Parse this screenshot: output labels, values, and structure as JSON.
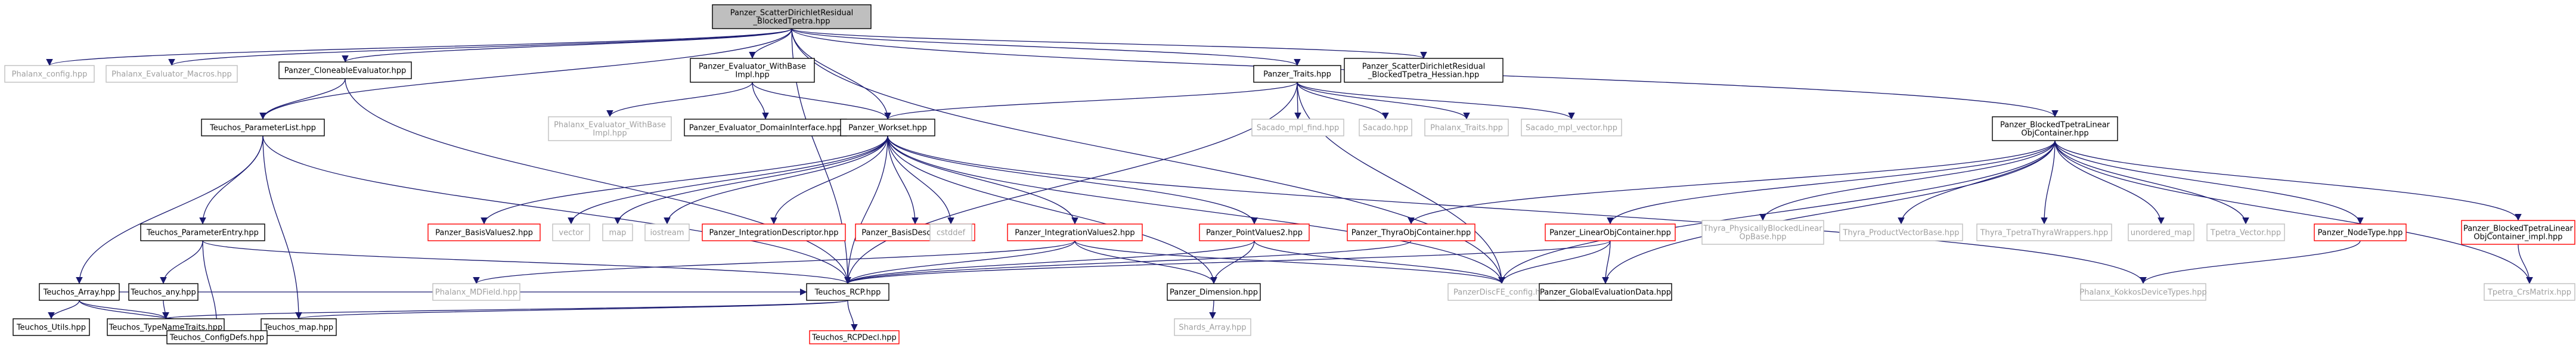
{
  "colors": {
    "edge": "#191970",
    "root_fill": "#bfbfbf",
    "node_fill": "#ffffff",
    "border_documented": "#000000",
    "border_undocumented": "#bfbfbf",
    "border_external": "#ff0000",
    "text": "#000000",
    "text_undocumented": "#a0a0a0"
  },
  "nodes": [
    {
      "id": "root",
      "lines": [
        "Panzer_ScatterDirichletResidual",
        "_BlockedTpetra.hpp"
      ],
      "kind": "root",
      "clickable": false
    },
    {
      "id": "phalanx_config",
      "lines": [
        "Phalanx_config.hpp"
      ],
      "kind": "undocumented",
      "clickable": false
    },
    {
      "id": "phalanx_eval_macros",
      "lines": [
        "Phalanx_Evaluator_Macros.hpp"
      ],
      "kind": "undocumented",
      "clickable": false
    },
    {
      "id": "cloneable",
      "lines": [
        "Panzer_CloneableEvaluator.hpp"
      ],
      "kind": "documented",
      "clickable": true
    },
    {
      "id": "eval_withbase",
      "lines": [
        "Panzer_Evaluator_WithBase",
        "Impl.hpp"
      ],
      "kind": "documented",
      "clickable": true
    },
    {
      "id": "traits",
      "lines": [
        "Panzer_Traits.hpp"
      ],
      "kind": "documented",
      "clickable": true
    },
    {
      "id": "hessian",
      "lines": [
        "Panzer_ScatterDirichletResidual",
        "_BlockedTpetra_Hessian.hpp"
      ],
      "kind": "documented",
      "clickable": true
    },
    {
      "id": "paramlist",
      "lines": [
        "Teuchos_ParameterList.hpp"
      ],
      "kind": "documented",
      "clickable": true
    },
    {
      "id": "phx_withbase",
      "lines": [
        "Phalanx_Evaluator_WithBase",
        "Impl.hpp"
      ],
      "kind": "undocumented",
      "clickable": false
    },
    {
      "id": "domain_iface",
      "lines": [
        "Panzer_Evaluator_DomainInterface.hpp"
      ],
      "kind": "documented",
      "clickable": true
    },
    {
      "id": "workset",
      "lines": [
        "Panzer_Workset.hpp"
      ],
      "kind": "documented",
      "clickable": true
    },
    {
      "id": "sacado_fad",
      "lines": [
        "Sacado_mpl_find.hpp"
      ],
      "kind": "undocumented",
      "clickable": false
    },
    {
      "id": "sacado",
      "lines": [
        "Sacado.hpp"
      ],
      "kind": "undocumented",
      "clickable": false
    },
    {
      "id": "phx_traits",
      "lines": [
        "Phalanx_Traits.hpp"
      ],
      "kind": "undocumented",
      "clickable": false
    },
    {
      "id": "sacado_vec",
      "lines": [
        "Sacado_mpl_vector.hpp"
      ],
      "kind": "undocumented",
      "clickable": false
    },
    {
      "id": "blocked_container",
      "lines": [
        "Panzer_BlockedTpetraLinear",
        "ObjContainer.hpp"
      ],
      "kind": "documented",
      "clickable": true
    },
    {
      "id": "param_entry",
      "lines": [
        "Teuchos_ParameterEntry.hpp"
      ],
      "kind": "documented",
      "clickable": true
    },
    {
      "id": "basis_values2",
      "lines": [
        "Panzer_BasisValues2.hpp"
      ],
      "kind": "external",
      "clickable": true
    },
    {
      "id": "vector",
      "lines": [
        "vector"
      ],
      "kind": "undocumented",
      "clickable": false
    },
    {
      "id": "map",
      "lines": [
        "map"
      ],
      "kind": "undocumented",
      "clickable": false
    },
    {
      "id": "iostream",
      "lines": [
        "iostream"
      ],
      "kind": "undocumented",
      "clickable": false
    },
    {
      "id": "integ_desc",
      "lines": [
        "Panzer_IntegrationDescriptor.hpp"
      ],
      "kind": "external",
      "clickable": true
    },
    {
      "id": "basis_desc",
      "lines": [
        "Panzer_BasisDescriptor.hpp"
      ],
      "kind": "external",
      "clickable": true
    },
    {
      "id": "cstddef",
      "lines": [
        "cstddef"
      ],
      "kind": "undocumented",
      "clickable": false
    },
    {
      "id": "integ_values2",
      "lines": [
        "Panzer_IntegrationValues2.hpp"
      ],
      "kind": "external",
      "clickable": true
    },
    {
      "id": "point_values2",
      "lines": [
        "Panzer_PointValues2.hpp"
      ],
      "kind": "external",
      "clickable": true
    },
    {
      "id": "thyra_obj",
      "lines": [
        "Panzer_ThyraObjContainer.hpp"
      ],
      "kind": "external",
      "clickable": true
    },
    {
      "id": "linear_obj",
      "lines": [
        "Panzer_LinearObjContainer.hpp"
      ],
      "kind": "external",
      "clickable": true
    },
    {
      "id": "thyra_phys",
      "lines": [
        "Thyra_PhysicallyBlockedLinear",
        "OpBase.hpp"
      ],
      "kind": "undocumented",
      "clickable": false
    },
    {
      "id": "thyra_prod",
      "lines": [
        "Thyra_ProductVectorBase.hpp"
      ],
      "kind": "undocumented",
      "clickable": false
    },
    {
      "id": "thyra_tpetra",
      "lines": [
        "Thyra_TpetraThyraWrappers.hpp"
      ],
      "kind": "undocumented",
      "clickable": false
    },
    {
      "id": "unordered_map",
      "lines": [
        "unordered_map"
      ],
      "kind": "undocumented",
      "clickable": false
    },
    {
      "id": "tpetra_vector",
      "lines": [
        "Tpetra_Vector.hpp"
      ],
      "kind": "undocumented",
      "clickable": false
    },
    {
      "id": "node_type",
      "lines": [
        "Panzer_NodeType.hpp"
      ],
      "kind": "external",
      "clickable": true
    },
    {
      "id": "blocked_impl",
      "lines": [
        "Panzer_BlockedTpetraLinear",
        "ObjContainer_impl.hpp"
      ],
      "kind": "external",
      "clickable": true
    },
    {
      "id": "teuchos_array",
      "lines": [
        "Teuchos_Array.hpp"
      ],
      "kind": "documented",
      "clickable": true
    },
    {
      "id": "teuchos_any",
      "lines": [
        "Teuchos_any.hpp"
      ],
      "kind": "documented",
      "clickable": true
    },
    {
      "id": "phx_mdfield",
      "lines": [
        "Phalanx_MDField.hpp"
      ],
      "kind": "undocumented",
      "clickable": false
    },
    {
      "id": "rcp",
      "lines": [
        "Teuchos_RCP.hpp"
      ],
      "kind": "documented",
      "clickable": true
    },
    {
      "id": "dimension",
      "lines": [
        "Panzer_Dimension.hpp"
      ],
      "kind": "documented",
      "clickable": true
    },
    {
      "id": "disc_config",
      "lines": [
        "PanzerDiscFE_config.hpp"
      ],
      "kind": "undocumented",
      "clickable": false
    },
    {
      "id": "global_eval",
      "lines": [
        "Panzer_GlobalEvaluationData.hpp"
      ],
      "kind": "documented",
      "clickable": true
    },
    {
      "id": "kokkos_dev",
      "lines": [
        "Phalanx_KokkosDeviceTypes.hpp"
      ],
      "kind": "undocumented",
      "clickable": false
    },
    {
      "id": "crs_matrix",
      "lines": [
        "Tpetra_CrsMatrix.hpp"
      ],
      "kind": "undocumented",
      "clickable": false
    },
    {
      "id": "teuchos_utils",
      "lines": [
        "Teuchos_Utils.hpp"
      ],
      "kind": "documented",
      "clickable": true
    },
    {
      "id": "typename",
      "lines": [
        "Teuchos_TypeNameTraits.hpp"
      ],
      "kind": "documented",
      "clickable": true
    },
    {
      "id": "teuchos_map",
      "lines": [
        "Teuchos_map.hpp"
      ],
      "kind": "documented",
      "clickable": true
    },
    {
      "id": "rcp_decl",
      "lines": [
        "Teuchos_RCPDecl.hpp"
      ],
      "kind": "external",
      "clickable": true
    },
    {
      "id": "shards",
      "lines": [
        "Shards_Array.hpp"
      ],
      "kind": "undocumented",
      "clickable": false
    },
    {
      "id": "config_defs",
      "lines": [
        "Teuchos_ConfigDefs.hpp"
      ],
      "kind": "documented",
      "clickable": true
    }
  ],
  "edges": [
    [
      "root",
      "phalanx_config"
    ],
    [
      "root",
      "phalanx_eval_macros"
    ],
    [
      "root",
      "cloneable"
    ],
    [
      "root",
      "eval_withbase"
    ],
    [
      "root",
      "traits"
    ],
    [
      "root",
      "hessian"
    ],
    [
      "root",
      "paramlist"
    ],
    [
      "root",
      "rcp"
    ],
    [
      "root",
      "disc_config"
    ],
    [
      "root",
      "blocked_container"
    ],
    [
      "root",
      "workset"
    ],
    [
      "cloneable",
      "paramlist"
    ],
    [
      "cloneable",
      "rcp"
    ],
    [
      "eval_withbase",
      "phx_withbase"
    ],
    [
      "eval_withbase",
      "domain_iface"
    ],
    [
      "eval_withbase",
      "workset"
    ],
    [
      "traits",
      "sacado_fad"
    ],
    [
      "traits",
      "sacado"
    ],
    [
      "traits",
      "phx_traits"
    ],
    [
      "traits",
      "sacado_vec"
    ],
    [
      "traits",
      "workset"
    ],
    [
      "traits",
      "rcp"
    ],
    [
      "traits",
      "disc_config"
    ],
    [
      "paramlist",
      "param_entry"
    ],
    [
      "paramlist",
      "teuchos_array"
    ],
    [
      "paramlist",
      "teuchos_map"
    ],
    [
      "paramlist",
      "rcp"
    ],
    [
      "param_entry",
      "teuchos_any"
    ],
    [
      "param_entry",
      "rcp"
    ],
    [
      "param_entry",
      "config_defs"
    ],
    [
      "workset",
      "basis_values2"
    ],
    [
      "workset",
      "vector"
    ],
    [
      "workset",
      "map"
    ],
    [
      "workset",
      "iostream"
    ],
    [
      "workset",
      "integ_desc"
    ],
    [
      "workset",
      "basis_desc"
    ],
    [
      "workset",
      "cstddef"
    ],
    [
      "workset",
      "integ_values2"
    ],
    [
      "workset",
      "point_values2"
    ],
    [
      "workset",
      "dimension"
    ],
    [
      "workset",
      "rcp"
    ],
    [
      "workset",
      "kokkos_dev"
    ],
    [
      "workset",
      "disc_config"
    ],
    [
      "integ_values2",
      "phx_mdfield"
    ],
    [
      "integ_values2",
      "rcp"
    ],
    [
      "integ_values2",
      "dimension"
    ],
    [
      "integ_values2",
      "disc_config"
    ],
    [
      "point_values2",
      "rcp"
    ],
    [
      "point_values2",
      "dimension"
    ],
    [
      "point_values2",
      "disc_config"
    ],
    [
      "thyra_obj",
      "rcp"
    ],
    [
      "linear_obj",
      "rcp"
    ],
    [
      "linear_obj",
      "disc_config"
    ],
    [
      "linear_obj",
      "global_eval"
    ],
    [
      "blocked_container",
      "thyra_obj"
    ],
    [
      "blocked_container",
      "linear_obj"
    ],
    [
      "blocked_container",
      "thyra_phys"
    ],
    [
      "blocked_container",
      "thyra_prod"
    ],
    [
      "blocked_container",
      "thyra_tpetra"
    ],
    [
      "blocked_container",
      "unordered_map"
    ],
    [
      "blocked_container",
      "tpetra_vector"
    ],
    [
      "blocked_container",
      "node_type"
    ],
    [
      "blocked_container",
      "blocked_impl"
    ],
    [
      "blocked_container",
      "crs_matrix"
    ],
    [
      "blocked_container",
      "global_eval"
    ],
    [
      "blocked_container",
      "disc_config"
    ],
    [
      "blocked_impl",
      "crs_matrix"
    ],
    [
      "node_type",
      "kokkos_dev"
    ],
    [
      "teuchos_array",
      "teuchos_utils"
    ],
    [
      "teuchos_array",
      "typename"
    ],
    [
      "teuchos_array",
      "rcp"
    ],
    [
      "teuchos_array",
      "config_defs"
    ],
    [
      "teuchos_any",
      "typename"
    ],
    [
      "rcp",
      "typename"
    ],
    [
      "rcp",
      "teuchos_map"
    ],
    [
      "rcp",
      "rcp_decl"
    ],
    [
      "dimension",
      "shards"
    ],
    [
      "teuchos_map",
      "config_defs"
    ],
    [
      "typename",
      "config_defs"
    ]
  ]
}
